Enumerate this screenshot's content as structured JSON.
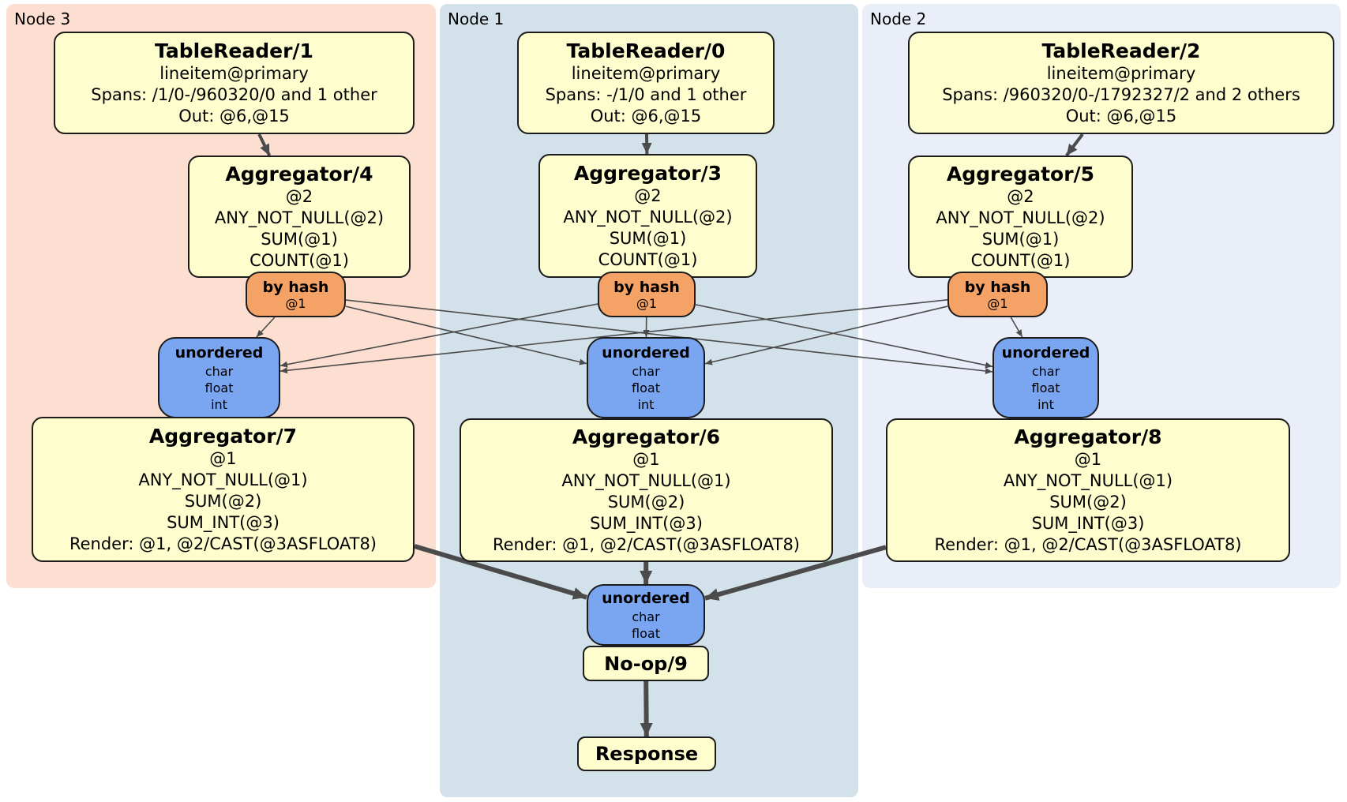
{
  "nodes": [
    {
      "id": "node3",
      "label": "Node 3"
    },
    {
      "id": "node1",
      "label": "Node 1"
    },
    {
      "id": "node2",
      "label": "Node 2"
    }
  ],
  "boxes": {
    "tr1": {
      "title": "TableReader/1",
      "lines": [
        "lineitem@primary",
        "Spans: /1/0-/960320/0 and 1 other",
        "Out: @6,@15"
      ]
    },
    "tr0": {
      "title": "TableReader/0",
      "lines": [
        "lineitem@primary",
        "Spans: -/1/0 and 1 other",
        "Out: @6,@15"
      ]
    },
    "tr2": {
      "title": "TableReader/2",
      "lines": [
        "lineitem@primary",
        "Spans: /960320/0-/1792327/2 and 2 others",
        "Out: @6,@15"
      ]
    },
    "agg4": {
      "title": "Aggregator/4",
      "lines": [
        "@2",
        "ANY_NOT_NULL(@2)",
        "SUM(@1)",
        "COUNT(@1)"
      ]
    },
    "agg3": {
      "title": "Aggregator/3",
      "lines": [
        "@2",
        "ANY_NOT_NULL(@2)",
        "SUM(@1)",
        "COUNT(@1)"
      ]
    },
    "agg5": {
      "title": "Aggregator/5",
      "lines": [
        "@2",
        "ANY_NOT_NULL(@2)",
        "SUM(@1)",
        "COUNT(@1)"
      ]
    },
    "hash3": {
      "title": "by hash",
      "lines": [
        "@1"
      ]
    },
    "hash1": {
      "title": "by hash",
      "lines": [
        "@1"
      ]
    },
    "hash2": {
      "title": "by hash",
      "lines": [
        "@1"
      ]
    },
    "sync3": {
      "title": "unordered",
      "lines": [
        "char",
        "float",
        "int"
      ]
    },
    "sync1": {
      "title": "unordered",
      "lines": [
        "char",
        "float",
        "int"
      ]
    },
    "sync2": {
      "title": "unordered",
      "lines": [
        "char",
        "float",
        "int"
      ]
    },
    "agg7": {
      "title": "Aggregator/7",
      "lines": [
        "@1",
        "ANY_NOT_NULL(@1)",
        "SUM(@2)",
        "SUM_INT(@3)",
        "Render: @1, @2/CAST(@3ASFLOAT8)"
      ]
    },
    "agg6": {
      "title": "Aggregator/6",
      "lines": [
        "@1",
        "ANY_NOT_NULL(@1)",
        "SUM(@2)",
        "SUM_INT(@3)",
        "Render: @1, @2/CAST(@3ASFLOAT8)"
      ]
    },
    "agg8": {
      "title": "Aggregator/8",
      "lines": [
        "@1",
        "ANY_NOT_NULL(@1)",
        "SUM(@2)",
        "SUM_INT(@3)",
        "Render: @1, @2/CAST(@3ASFLOAT8)"
      ]
    },
    "syncF": {
      "title": "unordered",
      "lines": [
        "char",
        "float"
      ]
    },
    "noop": {
      "title": "No-op/9",
      "lines": []
    },
    "resp": {
      "title": "Response",
      "lines": []
    }
  },
  "edges": [
    {
      "from": "tr1",
      "to": "agg4",
      "type": "flow"
    },
    {
      "from": "tr0",
      "to": "agg3",
      "type": "flow"
    },
    {
      "from": "tr2",
      "to": "agg5",
      "type": "flow"
    },
    {
      "from": "hash3",
      "to": "sync3",
      "type": "route"
    },
    {
      "from": "hash3",
      "to": "sync1",
      "type": "route"
    },
    {
      "from": "hash3",
      "to": "sync2",
      "type": "route"
    },
    {
      "from": "hash1",
      "to": "sync3",
      "type": "route"
    },
    {
      "from": "hash1",
      "to": "sync1",
      "type": "route"
    },
    {
      "from": "hash1",
      "to": "sync2",
      "type": "route"
    },
    {
      "from": "hash2",
      "to": "sync3",
      "type": "route"
    },
    {
      "from": "hash2",
      "to": "sync1",
      "type": "route"
    },
    {
      "from": "hash2",
      "to": "sync2",
      "type": "route"
    },
    {
      "from": "agg7",
      "to": "syncF",
      "type": "main"
    },
    {
      "from": "agg6",
      "to": "syncF",
      "type": "main"
    },
    {
      "from": "agg8",
      "to": "syncF",
      "type": "main"
    },
    {
      "from": "noop",
      "to": "resp",
      "type": "main"
    }
  ],
  "colors": {
    "node3_bg": "#fcdfd0",
    "node1_bg": "#d2e1ea",
    "node2_bg": "#e9eef9",
    "box_yellow": "#fdfdce",
    "router_orange": "#f4a266",
    "sync_blue": "#7aa6f1",
    "edge": "#4b4b4b"
  }
}
